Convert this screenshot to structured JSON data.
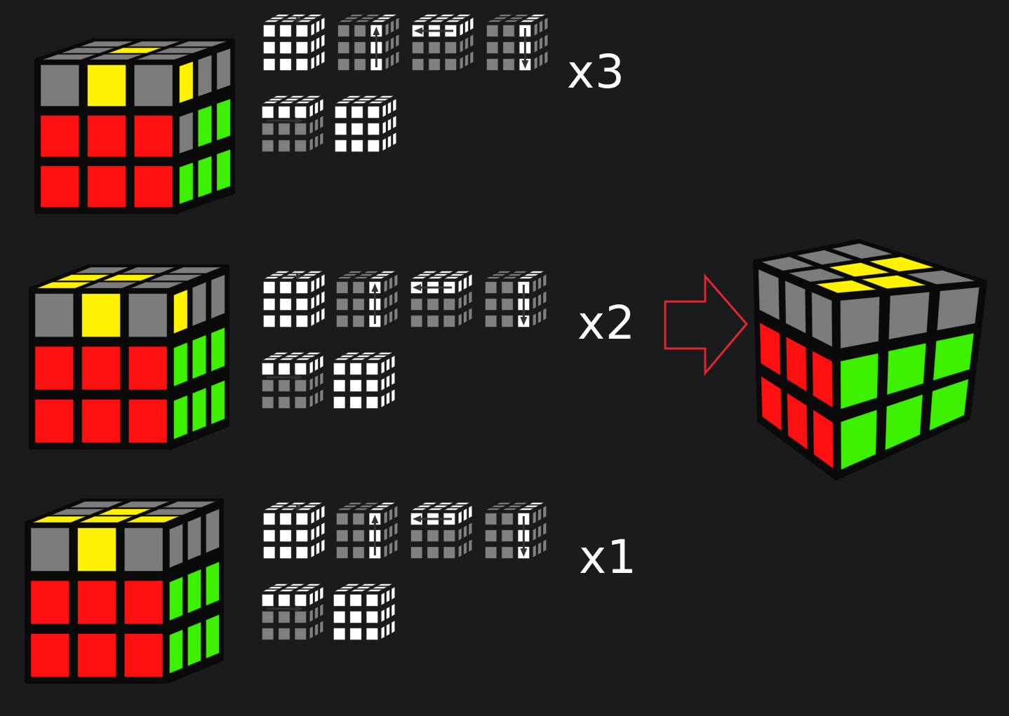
{
  "colors": {
    "background": "#1a1b1d",
    "cube_edge": "#0a0a0a",
    "gray": "#7b7c7b",
    "yellow": "#fff200",
    "red": "#ff1010",
    "green": "#3cf000",
    "arrow": "#e3262d",
    "move_white": "#ffffff",
    "move_gray": "#808080",
    "move_arrow": "#333333"
  },
  "moves": [
    {
      "id": "move-a",
      "top": "W",
      "front": "W",
      "side": "W",
      "marker": "front-top-arrow"
    },
    {
      "id": "move-b",
      "top": "G",
      "front": "G",
      "side": "G",
      "highlight": "front-right-col-white",
      "marker": "up-arrow"
    },
    {
      "id": "move-c",
      "top": "W",
      "front": "G",
      "side": "G",
      "highlight": "front-top-row-white",
      "marker": "left-arrow"
    },
    {
      "id": "move-d",
      "top": "G",
      "front": "G",
      "side": "G",
      "highlight": "front-right-col-white",
      "marker": "down-arrow"
    },
    {
      "id": "move-e",
      "top": "W",
      "front": "G",
      "side": "G",
      "highlight": "front-top-row-white",
      "marker": "right-arrow"
    },
    {
      "id": "move-f",
      "top": "W",
      "front": "W",
      "side": "W",
      "marker": "none"
    }
  ],
  "rows": [
    {
      "id": "row-1",
      "repeat_label": "x3",
      "cube": {
        "top": [
          "G",
          "G",
          "G",
          "G",
          "Y",
          "G",
          "G",
          "G",
          "G"
        ],
        "front": [
          "G",
          "Y",
          "G",
          "R",
          "R",
          "R",
          "R",
          "R",
          "R"
        ],
        "right": [
          "Y",
          "G",
          "G",
          "G",
          "N",
          "N",
          "N",
          "N",
          "N"
        ]
      }
    },
    {
      "id": "row-2",
      "repeat_label": "x2",
      "cube": {
        "top": [
          "G",
          "G",
          "G",
          "Y",
          "Y",
          "G",
          "Y",
          "G",
          "G"
        ],
        "front": [
          "G",
          "Y",
          "G",
          "R",
          "R",
          "R",
          "R",
          "R",
          "R"
        ],
        "right": [
          "Y",
          "G",
          "G",
          "N",
          "N",
          "N",
          "N",
          "N",
          "N"
        ]
      }
    },
    {
      "id": "row-3",
      "repeat_label": "x1",
      "cube": {
        "top": [
          "G",
          "G",
          "G",
          "G",
          "Y",
          "G",
          "Y",
          "Y",
          "Y"
        ],
        "front": [
          "G",
          "Y",
          "G",
          "R",
          "R",
          "R",
          "R",
          "R",
          "R"
        ],
        "right": [
          "G",
          "G",
          "G",
          "N",
          "N",
          "N",
          "N",
          "N",
          "N"
        ]
      }
    }
  ],
  "result_cube": {
    "top": [
      "G",
      "G",
      "G",
      "G",
      "Y",
      "Y",
      "Y",
      "Y",
      "G"
    ],
    "left": [
      "G",
      "G",
      "G",
      "R",
      "R",
      "R",
      "R",
      "R",
      "R"
    ],
    "right": [
      "G",
      "G",
      "G",
      "N",
      "N",
      "N",
      "N",
      "N",
      "N"
    ]
  }
}
